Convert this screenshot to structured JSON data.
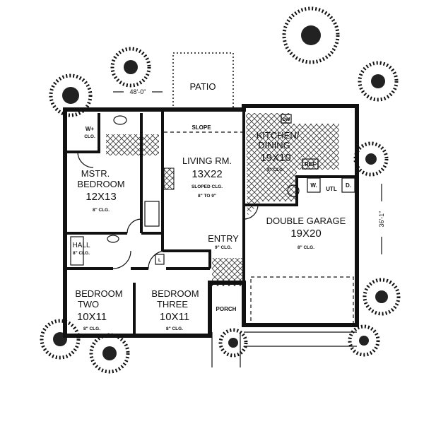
{
  "plan": {
    "overall_width": "48'-0\"",
    "overall_depth": "36'-1\"",
    "slope_note": "SLOPE",
    "patio": "PATIO",
    "rooms": {
      "master": {
        "name1": "MSTR.",
        "name2": "BEDROOM",
        "size": "12X13",
        "ceiling": "8\" CLG."
      },
      "walk_in_closet": {
        "name1": "W+",
        "name2": "CLO."
      },
      "living": {
        "name": "LIVING RM.",
        "size": "13X22",
        "ceiling": "SLOPED CLG.",
        "ceiling_range": "8\" TO 9\""
      },
      "kitchen": {
        "name1": "KITCHEN/",
        "name2": "DINING",
        "size": "19X10",
        "ceiling": "8\" CLG."
      },
      "garage": {
        "name": "DOUBLE GARAGE",
        "size": "19X20",
        "ceiling": "8\" CLG."
      },
      "entry": {
        "name": "ENTRY",
        "ceiling": "9\" CLG."
      },
      "hall": {
        "name": "HALL",
        "ceiling": "8\" CLG."
      },
      "bedroom_two": {
        "name1": "BEDROOM",
        "name2": "TWO",
        "size": "10X11",
        "ceiling": "8\" CLG."
      },
      "bedroom_three": {
        "name1": "BEDROOM",
        "name2": "THREE",
        "size": "10X11",
        "ceiling": "8\" CLG."
      },
      "porch": "PORCH"
    },
    "fixtures": {
      "dishwasher": "DW",
      "refrigerator": "REF",
      "washer": "W.",
      "dryer": "D.",
      "utility": "UTL",
      "linen": "L"
    }
  }
}
